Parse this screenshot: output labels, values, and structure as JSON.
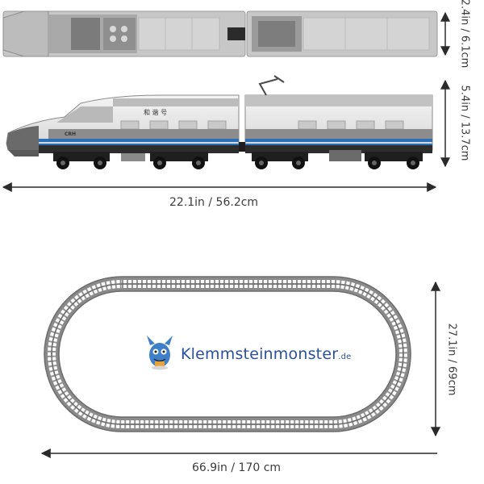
{
  "dimensions": {
    "top_view_height": "2.4in / 6.1cm",
    "side_view_height": "5.4in / 13.7cm",
    "train_length": "22.1in / 56.2cm",
    "track_width": "66.9in / 170 cm",
    "track_depth": "27.1in / 69cm"
  },
  "train": {
    "side_text": "和 谐 号",
    "logo_text": "CRH",
    "stripe_color": "#2b6fb6",
    "body_color": "#e9e9e9",
    "roof_color": "#bdbdbd"
  },
  "branding": {
    "name": "Klemmsteinmonster",
    "tld": ".de",
    "mascot": "monster-mascot-icon"
  },
  "colors": {
    "track": "#8a8a8a",
    "dimension_line": "#2a2a2a"
  }
}
